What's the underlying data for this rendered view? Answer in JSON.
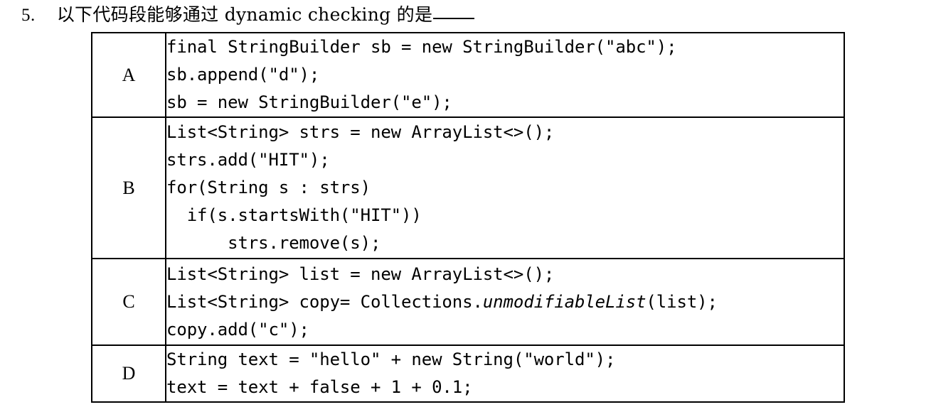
{
  "question": {
    "number": "5.",
    "text": "以下代码段能够通过 dynamic checking 的是",
    "blank": ""
  },
  "options": [
    {
      "label": "A",
      "lines": [
        "final StringBuilder sb = new StringBuilder(\"abc\");",
        "sb.append(\"d\");",
        "sb = new StringBuilder(\"e\");"
      ]
    },
    {
      "label": "B",
      "lines": [
        "List<String> strs = new ArrayList<>();",
        "strs.add(\"HIT\");",
        "for(String s : strs)",
        "  if(s.startsWith(\"HIT\"))",
        "      strs.remove(s);"
      ]
    },
    {
      "label": "C",
      "lines_rich": [
        [
          {
            "t": "List<String> list = new ArrayList<>();",
            "i": false
          }
        ],
        [
          {
            "t": "List<String> copy= Collections.",
            "i": false
          },
          {
            "t": "unmodifiableList",
            "i": true
          },
          {
            "t": "(list);",
            "i": false
          }
        ],
        [
          {
            "t": "copy.add(\"c\");",
            "i": false
          }
        ]
      ]
    },
    {
      "label": "D",
      "lines": [
        "String text = \"hello\" + new String(\"world\");",
        "text = text + false + 1 + 0.1;"
      ]
    }
  ]
}
